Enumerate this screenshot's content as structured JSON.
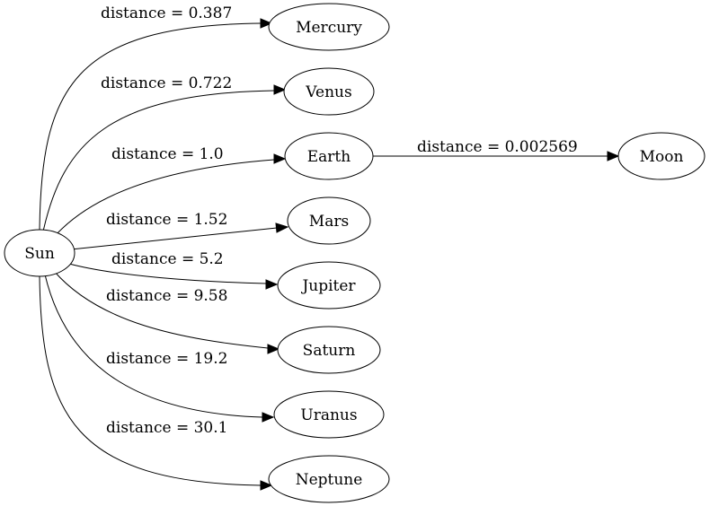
{
  "graph": {
    "nodes": {
      "sun": "Sun",
      "mercury": "Mercury",
      "venus": "Venus",
      "earth": "Earth",
      "moon": "Moon",
      "mars": "Mars",
      "jupiter": "Jupiter",
      "saturn": "Saturn",
      "uranus": "Uranus",
      "neptune": "Neptune"
    },
    "edges": {
      "sun_mercury": "distance = 0.387",
      "sun_venus": "distance = 0.722",
      "sun_earth": "distance = 1.0",
      "earth_moon": "distance = 0.002569",
      "sun_mars": "distance = 1.52",
      "sun_jupiter": "distance = 5.2",
      "sun_saturn": "distance = 9.58",
      "sun_uranus": "distance = 19.2",
      "sun_neptune": "distance = 30.1"
    }
  }
}
